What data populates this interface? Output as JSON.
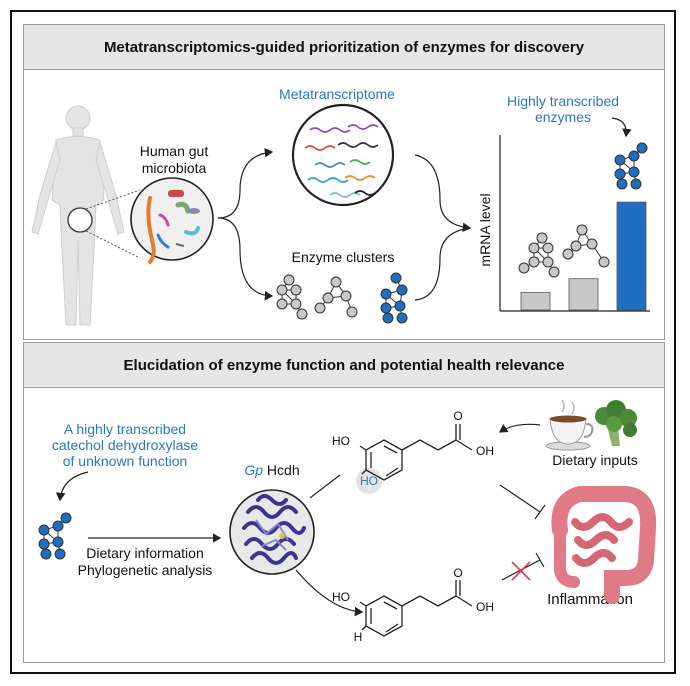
{
  "panel1": {
    "title": "Metatranscriptomics-guided prioritization of enzymes for discovery",
    "gut_label_1": "Human gut",
    "gut_label_2": "microbiota",
    "metatranscriptome_label": "Metatranscriptome",
    "enzyme_clusters_label": "Enzyme clusters",
    "highly_transcribed_1": "Highly transcribed",
    "highly_transcribed_2": "enzymes",
    "ylabel": "mRNA level"
  },
  "chart_data": {
    "type": "bar",
    "categories": [
      "",
      "",
      ""
    ],
    "values": [
      0.15,
      0.27,
      0.93
    ],
    "ylim": [
      0,
      1
    ],
    "ylabel": "mRNA level",
    "colors": [
      "#c8c8c8",
      "#c8c8c8",
      "#1f6fc0"
    ]
  },
  "panel2": {
    "title": "Elucidation of enzyme function and potential health relevance",
    "catechol_1": "A highly transcribed",
    "catechol_2": "catechol dehydroxylase",
    "catechol_3": "of unknown function",
    "enzyme_name_italic": "Gp",
    "enzyme_name": " Hcdh",
    "dietary_info": "Dietary information",
    "phylo": "Phylogenetic analysis",
    "dietary_inputs": "Dietary inputs",
    "inflammation": "Inflammation",
    "ho_top": "HO",
    "ho_highlight": "HO",
    "oh_top": "OH",
    "o_top": "O",
    "ho_bottom": "HO",
    "h_bottom": "H",
    "oh_bottom": "OH",
    "o_bottom": "O"
  },
  "colors": {
    "blue": "#2a78bd",
    "bar_blue": "#1f6fc0",
    "grey": "#c8c8c8",
    "header": "#e6e6e6"
  }
}
